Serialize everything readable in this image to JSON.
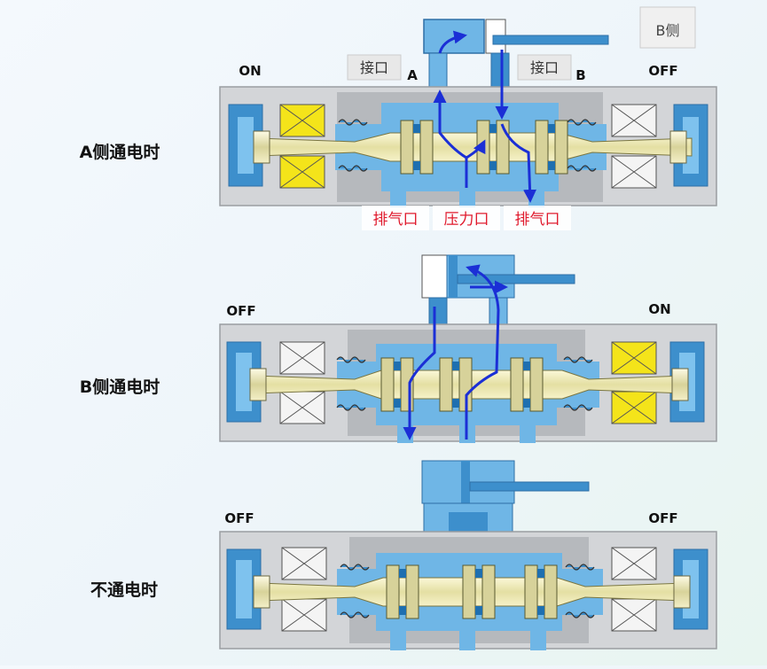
{
  "states": [
    {
      "id": "a-side",
      "title": "A侧通电时",
      "left_solenoid": "ON",
      "right_solenoid": "OFF",
      "left_energized": true,
      "right_energized": false
    },
    {
      "id": "b-side",
      "title": "B侧通电时",
      "left_solenoid": "OFF",
      "right_solenoid": "ON",
      "left_energized": false,
      "right_energized": true
    },
    {
      "id": "none",
      "title": "不通电时",
      "left_solenoid": "OFF",
      "right_solenoid": "OFF",
      "left_energized": false,
      "right_energized": false
    }
  ],
  "ports": {
    "port_a_label": "接口",
    "port_a_letter": "A",
    "port_b_label": "接口",
    "port_b_letter": "B",
    "b_side": "B侧",
    "exhaust_left": "排气口",
    "pressure": "压力口",
    "exhaust_right": "排气口"
  },
  "colors": {
    "body": "#d3d5d8",
    "bore": "#3d8fcc",
    "fluid": "#6fb6e6",
    "spool": "#e9e5b2",
    "coil_on": "#f4e41a",
    "flow_arrow": "#1b2fd6",
    "exhaust_text": "#e0192c"
  }
}
